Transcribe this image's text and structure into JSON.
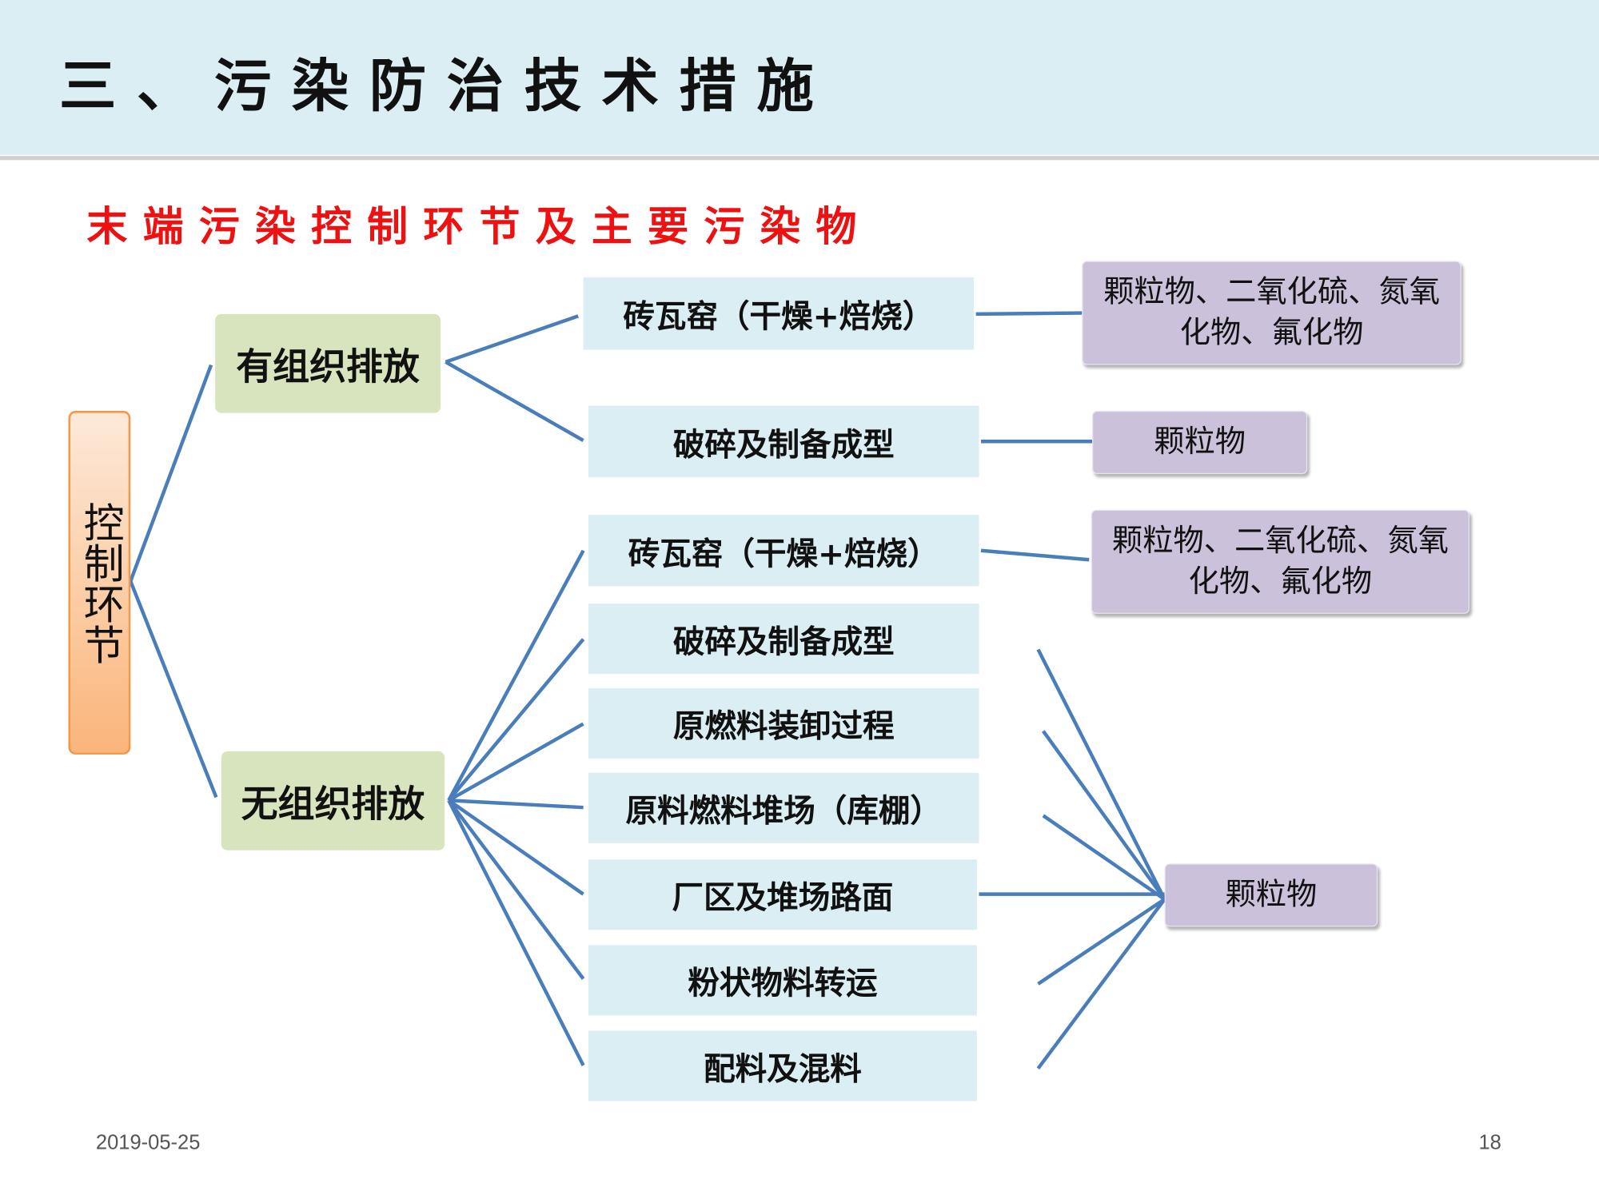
{
  "header": {
    "title": "三、污染防治技术措施"
  },
  "subtitle": "末端污染控制环节及主要污染物",
  "root": "控制环节",
  "branches": [
    {
      "label": "有组织排放",
      "processes": [
        "砖瓦窑（干燥+焙烧）",
        "破碎及制备成型"
      ]
    },
    {
      "label": "无组织排放",
      "processes": [
        "砖瓦窑（干燥+焙烧）",
        "破碎及制备成型",
        "原燃料装卸过程",
        "原料燃料堆场（库棚）",
        "厂区及堆场路面",
        "粉状物料转运",
        "配料及混料"
      ]
    }
  ],
  "pollutants": [
    "颗粒物、二氧化硫、氮氧化物、氟化物",
    "颗粒物",
    "颗粒物、二氧化硫、氮氧化物、氟化物",
    "颗粒物"
  ],
  "footer": {
    "date": "2019-05-25",
    "page": "18"
  },
  "colors": {
    "header_bg": "#dbeef4",
    "subtitle": "#ee1111",
    "root": "#fab57a",
    "level1": "#d7e4bd",
    "level2": "#daeef3",
    "pollutant": "#ccc1da",
    "connector": "#4a7ebb"
  }
}
